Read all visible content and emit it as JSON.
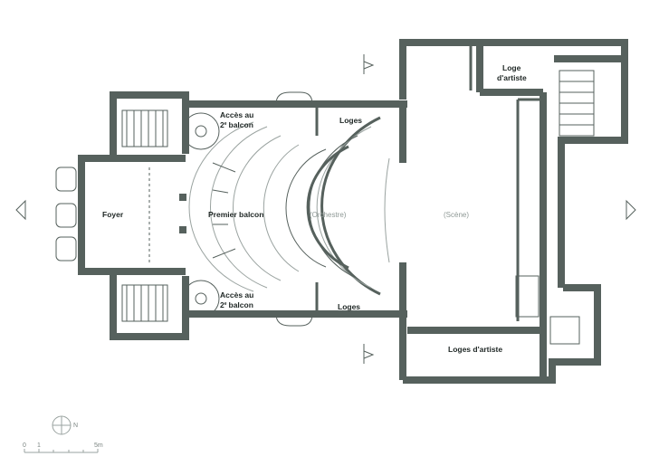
{
  "plan": {
    "labels": {
      "acces_top_1": "Accès au",
      "acces_top_2": "2",
      "acces_top_sup": "e",
      "acces_top_3": "balcon",
      "acces_bottom_1": "Accès au",
      "acces_bottom_2": "2",
      "acces_bottom_sup": "e",
      "acces_bottom_3": "balcon",
      "loges_top": "Loges",
      "loges_bottom": "Loges",
      "foyer": "Foyer",
      "premier_balcon": "Premier balcon",
      "orchestre": "(Orchestre)",
      "scene": "(Scène)",
      "loge_artiste_1": "Loge",
      "loge_artiste_2": "d'artiste",
      "loges_artiste": "Loges d'artiste"
    },
    "north_label": "N",
    "scale_bar": {
      "labels": [
        "0",
        "1",
        "5m"
      ]
    },
    "colors": {
      "wall": "#56615d",
      "text": "#1e2624",
      "muted": "#8e9895"
    }
  }
}
